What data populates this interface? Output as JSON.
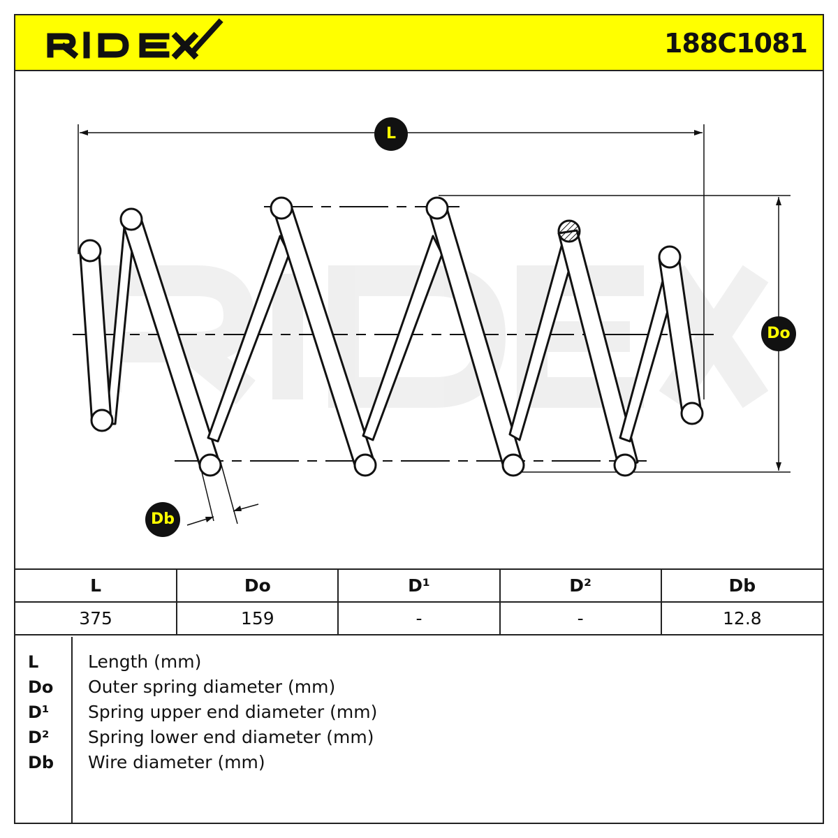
{
  "brand": {
    "logo_text": "RIDEX",
    "part_number": "188C1081",
    "header_color": "#ffff00"
  },
  "diagram": {
    "callouts": {
      "length": "L",
      "outer_diameter": "Do",
      "wire_diameter": "Db"
    },
    "watermark": "RIDEX"
  },
  "spec_table": {
    "headers": [
      "L",
      "Do",
      "D¹",
      "D²",
      "Db"
    ],
    "values": [
      "375",
      "159",
      "-",
      "-",
      "12.8"
    ]
  },
  "legend": [
    {
      "symbol": "L",
      "description": "Length (mm)"
    },
    {
      "symbol": "Do",
      "description": "Outer spring diameter (mm)"
    },
    {
      "symbol": "D¹",
      "description": "Spring upper end diameter (mm)"
    },
    {
      "symbol": "D²",
      "description": "Spring lower end diameter (mm)"
    },
    {
      "symbol": "Db",
      "description": "Wire diameter (mm)"
    }
  ]
}
